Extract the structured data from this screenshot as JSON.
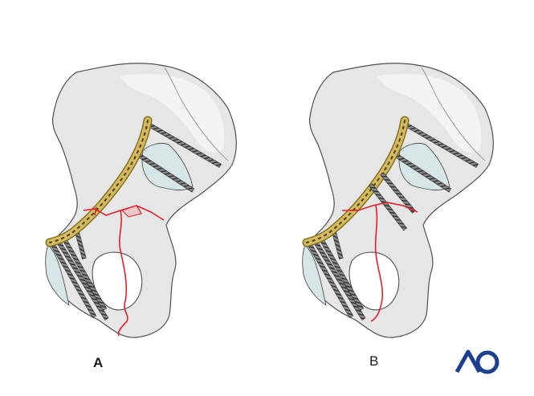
{
  "labels": {
    "a": "A",
    "b": "B"
  },
  "logo": {
    "text": "AO",
    "color": "#1d3f8f"
  },
  "colors": {
    "bone_fill": "#e6e6e6",
    "bone_light": "#f1f1f1",
    "bone_outline": "#505050",
    "cartilage": "#d6e6e6",
    "fracture": "#e4202a",
    "plate_fill": "#c8b05a",
    "plate_dark": "#8a6f1e",
    "screw": "#5a5a5a"
  },
  "icons": {
    "logo": "ao-logo-icon"
  }
}
